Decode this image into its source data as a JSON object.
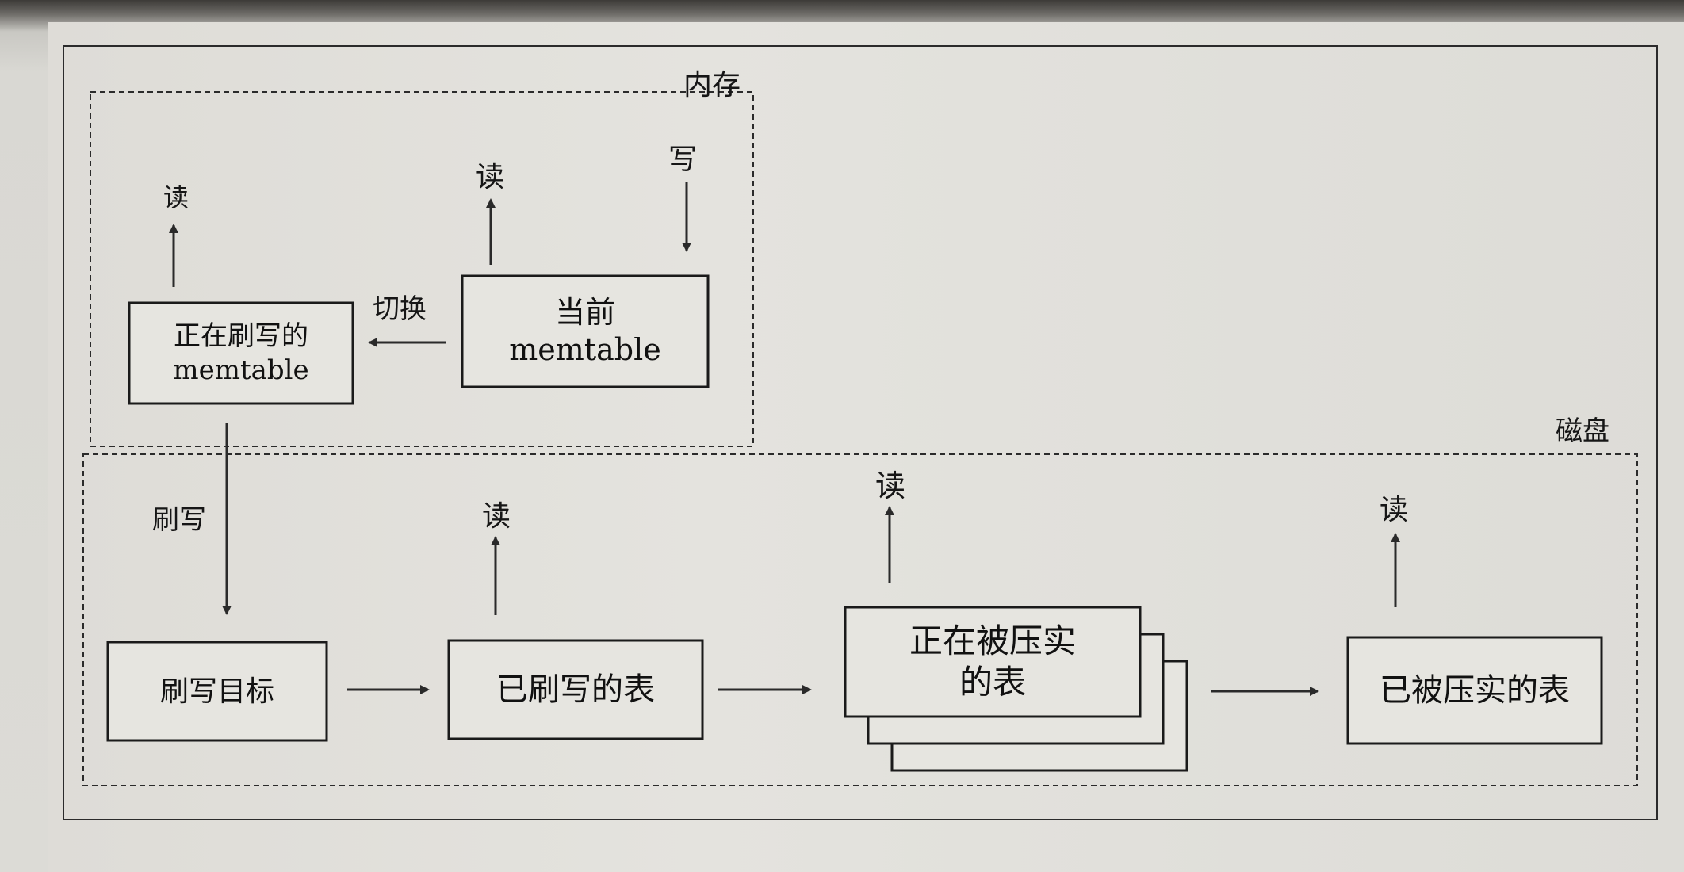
{
  "regions": {
    "memory": "内存",
    "disk": "磁盘"
  },
  "nodes": {
    "current_memtable": {
      "line1": "当前",
      "line2": "memtable"
    },
    "flushing_memtable": {
      "line1": "正在刷写的",
      "line2": "memtable"
    },
    "flush_target": "刷写目标",
    "flushed_table": "已刷写的表",
    "compacting_table": {
      "line1": "正在被压实",
      "line2": "的表"
    },
    "compacted_table": "已被压实的表"
  },
  "edges": {
    "write": "写",
    "switch": "切换",
    "flush": "刷写",
    "read": "读"
  },
  "colors": {
    "ink": "#161616",
    "paper": "#e1e0db",
    "box_fill": "#e6e5e0"
  }
}
